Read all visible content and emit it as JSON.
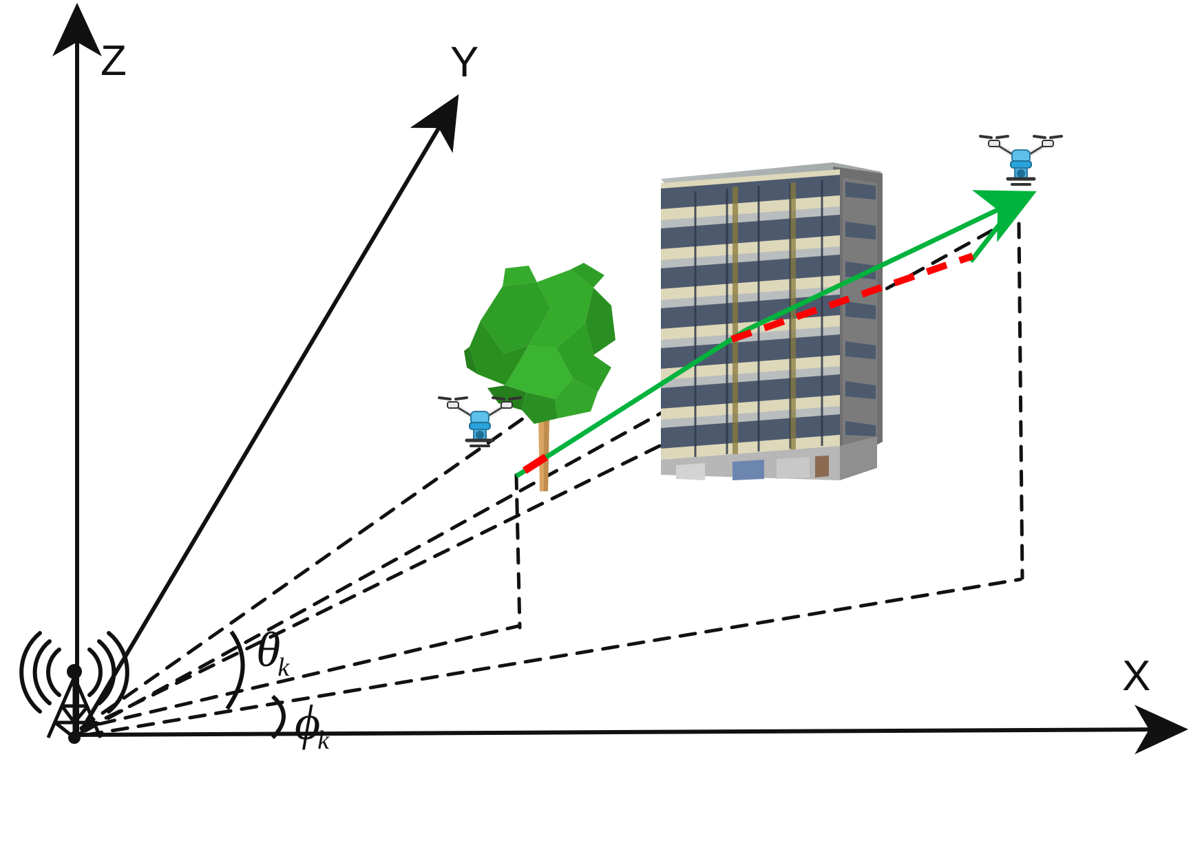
{
  "figure": {
    "kind": "3d-coordinate-diagram",
    "background_color": "#ffffff"
  },
  "axes": {
    "z": {
      "label": "Z",
      "name": "z-axis",
      "direction": "vertical-up"
    },
    "y": {
      "label": "Y",
      "name": "y-axis",
      "direction": "diagonal-up-right"
    },
    "x": {
      "label": "X",
      "name": "x-axis",
      "direction": "horizontal-right"
    },
    "stroke_color": "#111111"
  },
  "angles": [
    {
      "symbol": "θ",
      "subscript": "k",
      "name": "elevation-angle-theta-k"
    },
    {
      "symbol": "ϕ",
      "subscript": "k",
      "name": "azimuth-angle-phi-k"
    }
  ],
  "nodes": {
    "base_station": {
      "name": "base-station-antenna",
      "description": "cellular tower at origin with radiating signal arcs",
      "color": "#111111"
    },
    "uav_near": {
      "name": "uav-near",
      "description": "quadcopter UAV beside the tree",
      "body_color": "#29a3dc",
      "frame_color": "#ffffff"
    },
    "uav_far": {
      "name": "uav-far",
      "description": "quadcopter UAV at the end of the green arrow",
      "body_color": "#29a3dc",
      "frame_color": "#ffffff"
    }
  },
  "obstacles": [
    {
      "name": "tree-obstacle",
      "type": "tree",
      "foliage_color": "#2f9e27",
      "trunk_color": "#d9a463"
    },
    {
      "name": "building-obstacle",
      "type": "building",
      "facade_color": "#ddd7b8",
      "window_color": "#5c6b82",
      "side_wall_color": "#6b6b6b",
      "base_color": "#b9b9b9",
      "floors": 9
    }
  ],
  "links": {
    "los_segment": {
      "name": "line-of-sight-link",
      "color": "#00b33c",
      "style": "solid",
      "arrow": true
    },
    "blocked_segment": {
      "name": "blocked-link-segment",
      "color": "#ff0000",
      "style": "dashed-through-obstacle"
    },
    "projection": {
      "name": "projection-guide",
      "color": "#111111",
      "style": "dashed"
    }
  }
}
